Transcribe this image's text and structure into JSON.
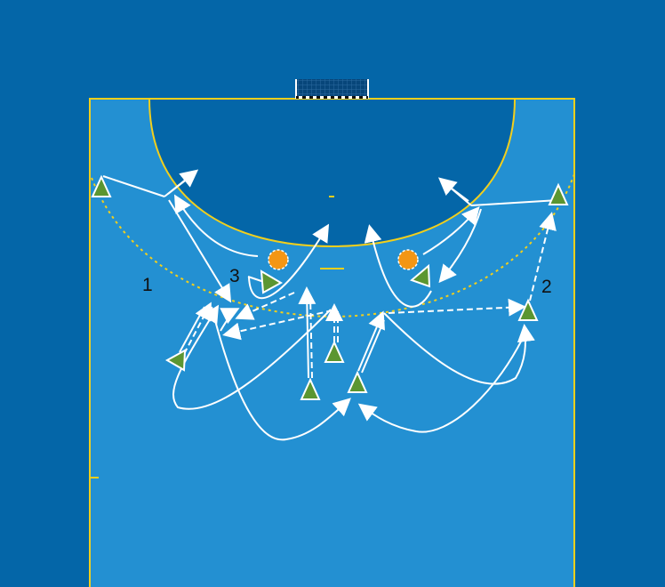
{
  "colors": {
    "background": "#0466a8",
    "court": "#2390d2",
    "goal_area": "#0466a8",
    "lines": "#f2cf1c",
    "player": "#5b9631",
    "ball": "#f39614",
    "arrows": "#ffffff"
  },
  "labels": {
    "left_wing": "1",
    "right_wing": "2",
    "pivot": "3"
  }
}
